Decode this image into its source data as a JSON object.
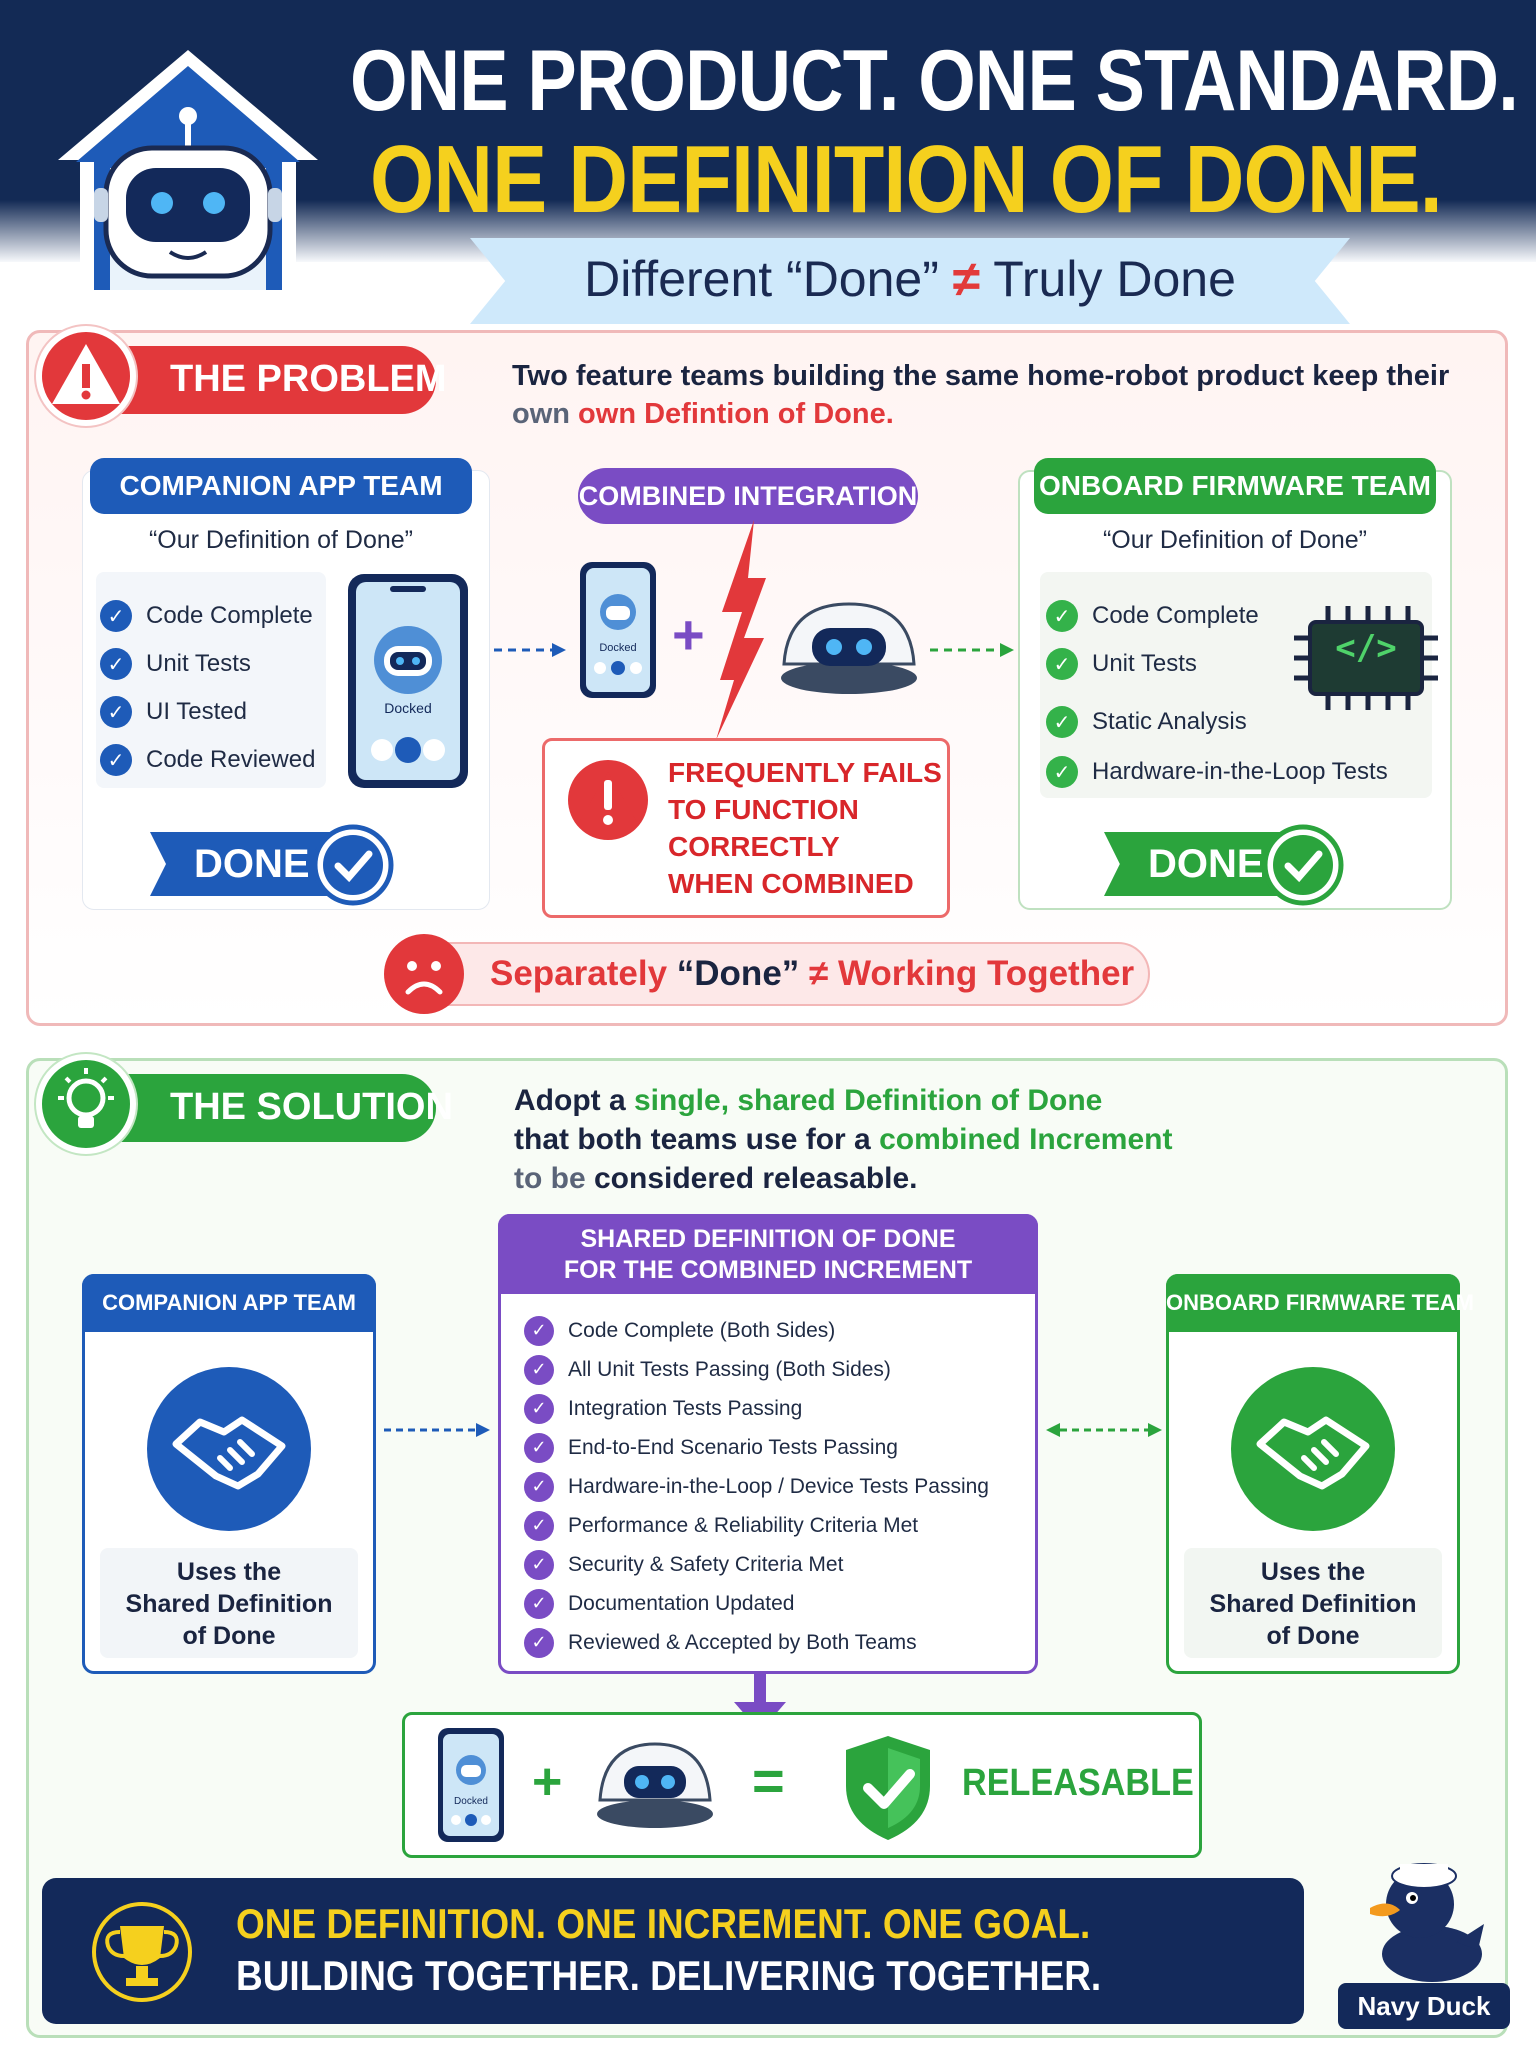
{
  "header": {
    "title_line1": "ONE PRODUCT. ONE STANDARD.",
    "title_line2": "ONE DEFINITION OF DONE.",
    "ribbon_part1": "Different “Done” ",
    "ribbon_neq": "≠",
    "ribbon_part2": " Truly Done"
  },
  "problem": {
    "tag": "THE PROBLEM",
    "intro_line1": "Two feature teams building the same home-robot product keep their",
    "intro_line2_prefix": "own ",
    "intro_line2_highlight": "own Defintion of Done.",
    "app_team": {
      "title": "COMPANION APP TEAM",
      "subtitle": "“Our Definition of Done”",
      "items": [
        "Code Complete",
        "Unit Tests",
        "UI Tested",
        "Code Reviewed"
      ],
      "phone_label": "Docked",
      "done": "DONE"
    },
    "integration": {
      "title": "COMBINED INTEGRATION",
      "phone_label": "Docked",
      "plus": "+",
      "fail_lines": [
        "FREQUENTLY FAILS",
        "TO FUNCTION",
        "CORRECTLY",
        "WHEN COMBINED"
      ]
    },
    "firmware_team": {
      "title": "ONBOARD FIRMWARE TEAM",
      "subtitle": "“Our Definition of Done”",
      "items": [
        "Code Complete",
        "Unit Tests",
        "Static Analysis",
        "Hardware-in-the-Loop Tests"
      ],
      "chip_label": "</>",
      "done": "DONE"
    },
    "verdict_part1": "Separately ",
    "verdict_part2": "“Done”",
    "verdict_neq": " ≠ ",
    "verdict_part3": "Working Together"
  },
  "solution": {
    "tag": "THE SOLUTION",
    "intro_1a": "Adopt a ",
    "intro_1b": "single, shared Definition of Done",
    "intro_2a": "that both teams use for a ",
    "intro_2b": "combined Increment",
    "intro_3a": "to be ",
    "intro_3b": "considered releasable.",
    "app_team": {
      "title": "COMPANION APP TEAM",
      "caption_lines": [
        "Uses the",
        "Shared Definition",
        "of Done"
      ]
    },
    "shared": {
      "title_line1": "SHARED DEFINITION OF DONE",
      "title_line2": "FOR THE COMBINED INCREMENT",
      "items": [
        "Code Complete (Both Sides)",
        "All Unit Tests Passing (Both Sides)",
        "Integration Tests Passing",
        "End-to-End Scenario Tests Passing",
        "Hardware-in-the-Loop / Device Tests Passing",
        "Performance & Reliability Criteria Met",
        "Security & Safety Criteria Met",
        "Documentation Updated",
        "Reviewed & Accepted by Both Teams"
      ]
    },
    "firmware_team": {
      "title": "ONBOARD FIRMWARE TEAM",
      "caption_lines": [
        "Uses the",
        "Shared Definition",
        "of Done"
      ]
    },
    "result": {
      "phone_label": "Docked",
      "plus": "+",
      "equals": "=",
      "label": "RELEASABLE"
    }
  },
  "footer": {
    "line1": "ONE DEFINITION. ONE INCREMENT. ONE GOAL.",
    "line2": "BUILDING TOGETHER. DELIVERING TOGETHER.",
    "brand": "Navy Duck"
  },
  "colors": {
    "navy": "#132a55",
    "yellow": "#f5d01e",
    "red": "#e2383b",
    "green": "#2ba43d",
    "blue": "#1e5bb8",
    "purple": "#7a4cc4"
  },
  "icons": [
    "robot-house-icon",
    "warning-icon",
    "lightbulb-icon",
    "check-icon",
    "phone-icon",
    "robot-icon",
    "lightning-icon",
    "chip-icon",
    "sad-face-icon",
    "handshake-icon",
    "shield-check-icon",
    "trophy-icon",
    "duck-mascot-icon",
    "arrow-icon"
  ]
}
